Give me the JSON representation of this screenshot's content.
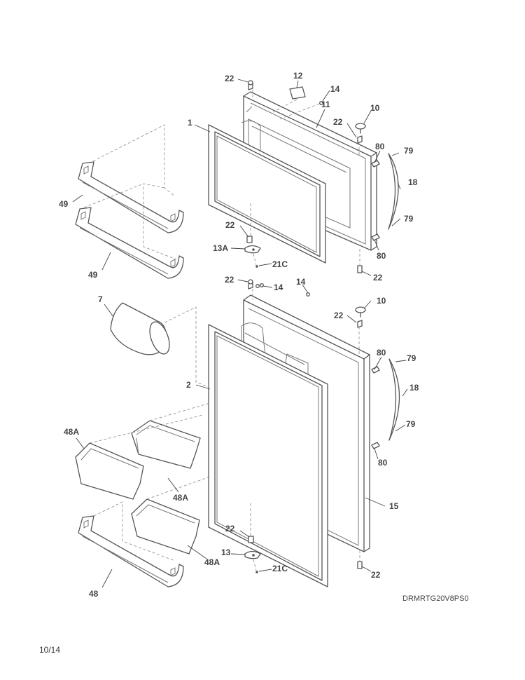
{
  "diagram_code": "DRMRTG20V8PS0",
  "page_number": "10/14",
  "labels": {
    "l22a": "22",
    "l12": "12",
    "l14a": "14",
    "l11": "11",
    "l10a": "10",
    "l1": "1",
    "l22b": "22",
    "l80a": "80",
    "l79a": "79",
    "l18a": "18",
    "l49a": "49",
    "l79b": "79",
    "l22c": "22",
    "l13A": "13A",
    "l80b": "80",
    "l21Ca": "21C",
    "l49b": "49",
    "l22d": "22",
    "l22e": "22",
    "l14b": "14",
    "l14c": "14",
    "l7": "7",
    "l10b": "10",
    "l22f": "22",
    "l80c": "80",
    "l79c": "79",
    "l2": "2",
    "l18b": "18",
    "l48Aa": "48A",
    "l79d": "79",
    "l80d": "80",
    "l48Ab": "48A",
    "l15": "15",
    "l22g": "22",
    "l13": "13",
    "l48Ac": "48A",
    "l21Cb": "21C",
    "l48": "48",
    "l22h": "22"
  }
}
